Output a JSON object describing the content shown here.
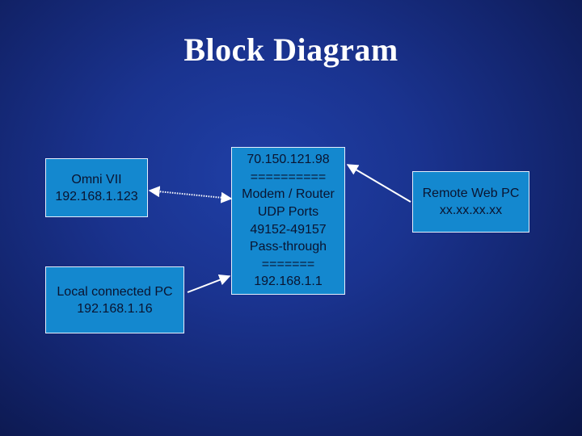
{
  "title": "Block Diagram",
  "nodes": {
    "omni": {
      "line1": "Omni VII",
      "line2": "192.168.1.123"
    },
    "local": {
      "line1": "Local connected PC",
      "line2": "192.168.1.16"
    },
    "router": {
      "line1": "70.150.121.98",
      "line2": "==========",
      "line3": "Modem / Router",
      "line4": "UDP Ports",
      "line5": "49152-49157",
      "line6": "Pass-through",
      "line7": "=======",
      "line8": "192.168.1.1"
    },
    "remote": {
      "line1": "Remote Web PC",
      "line2": "xx.xx.xx.xx"
    }
  },
  "colors": {
    "background": "#1a338f",
    "box_fill": "#1488cf",
    "box_border": "#e6eefc",
    "box_text": "#0a1430",
    "title_text": "#ffffff",
    "arrow": "#ffffff"
  }
}
